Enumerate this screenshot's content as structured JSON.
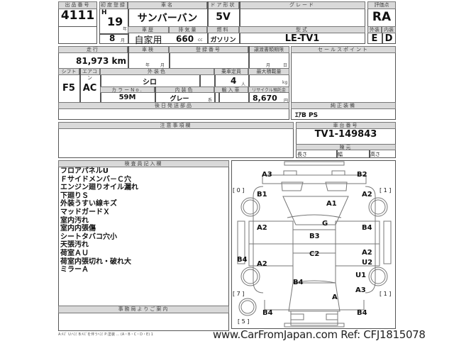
{
  "lot": {
    "label": "出品番号",
    "value": "4111"
  },
  "first_reg": {
    "label": "初度登録",
    "era": "H",
    "year": "19",
    "year_unit": "年",
    "month": "8",
    "month_unit": "月"
  },
  "car_name": {
    "label": "車名",
    "value": "サンバーバン"
  },
  "door": {
    "label": "ドア形状",
    "value": "5V"
  },
  "grade": {
    "label": "グレード",
    "value": ""
  },
  "score": {
    "label": "評価点",
    "value": "RA",
    "ext_label": "外装",
    "int_label": "内装",
    "ext": "E",
    "int": "D"
  },
  "history": {
    "label": "車歴",
    "value": "自家用"
  },
  "displacement": {
    "label": "排気量",
    "value": "660",
    "unit": "cc"
  },
  "fuel": {
    "label": "燃料",
    "value": "ガソリン"
  },
  "model": {
    "label": "型式",
    "value": "LE-TV1"
  },
  "mileage": {
    "label": "走行",
    "value": "81,973 km"
  },
  "inspection": {
    "label": "車検",
    "year_unit": "年",
    "month_unit": "月"
  },
  "registration": {
    "label": "登録番号"
  },
  "transfer": {
    "label": "譲渡書類期限",
    "month_unit": "月",
    "day_unit": "日"
  },
  "shift": {
    "label": "シフト",
    "value": "F5"
  },
  "aircon": {
    "label": "エアコン",
    "value": "AC"
  },
  "ext_color": {
    "label": "外装色",
    "value": "シロ"
  },
  "color_no": {
    "label": "カラーNo.",
    "value": "59M"
  },
  "int_color": {
    "label": "内装色",
    "value": "グレー",
    "unit": "系"
  },
  "capacity": {
    "label": "乗車定員",
    "value": "4",
    "unit": "人"
  },
  "max_load": {
    "label": "最大積載量",
    "unit": "kg"
  },
  "import": {
    "label": "輸入車"
  },
  "recycle": {
    "label": "リサイクル預託金",
    "value": "8,670",
    "unit": "円"
  },
  "later_parts": {
    "label": "後日発送部品"
  },
  "sales_point": {
    "label": "セールスポイント"
  },
  "equipment": {
    "label": "純正装備",
    "value": "ｴｱB PS"
  },
  "notes": {
    "label": "注意事項欄"
  },
  "chassis": {
    "label": "車台番号",
    "value": "TV1-149843",
    "display_label": "陳元",
    "length": "長さ",
    "width": "幅",
    "height": "高さ"
  },
  "inspector": {
    "label": "検査員記入欄",
    "items": [
      "フロアパネルU",
      "Ｆサイドメンバ－Ｃ穴",
      "エンジン廻りオイル漏れ",
      "下廻りＳ",
      "外装うすい線キズ",
      "マッドガードＸ",
      "室内汚れ",
      "室内内張傷",
      "シートタバコ穴小",
      "天張汚れ",
      "荷室ＡＵ",
      "荷室内張切れ・破れ大",
      "ミラーＡ"
    ]
  },
  "office": {
    "label": "事務局よりご案内"
  },
  "diagram": {
    "marks": [
      "A3",
      "B2",
      "B1",
      "A2",
      "A1",
      "G",
      "A2",
      "B4",
      "B3",
      "C2",
      "A2",
      "B4",
      "A2",
      "U2",
      "U1",
      "B4",
      "A3",
      "A",
      "B4",
      "B4"
    ],
    "tires": [
      "[ 0 ]",
      "[ 1 ]",
      "[ 7 ]",
      "[ 1 ]",
      "[ 5 ]"
    ]
  },
  "footer": {
    "legend": "A:ｷｽﾞ U:ﾍｺﾐ B:ｷｽﾞを伴うﾍｺﾐ P:塗装 ... (A・B・C・D・E) 1",
    "watermark": "www.CarFromJapan.com Ref: CFJ1815078"
  }
}
